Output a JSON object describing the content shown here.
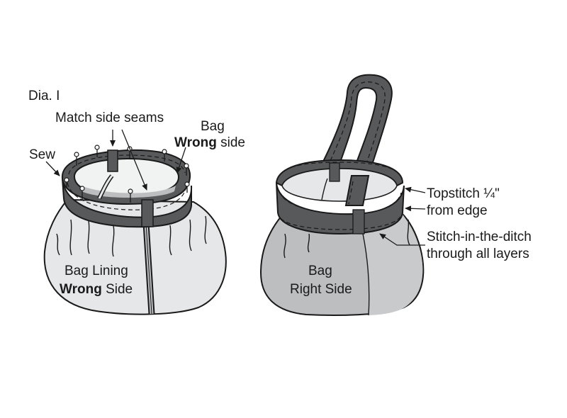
{
  "figure_label": "Dia. I",
  "left": {
    "match_seams": "Match side seams",
    "bag_wrong_line1": "Bag",
    "bag_wrong_bold": "Wrong",
    "bag_wrong_rest": " side",
    "sew": "Sew",
    "lining_line1": "Bag Lining",
    "lining_bold": "Wrong",
    "lining_rest": " Side"
  },
  "right": {
    "bag_line1": "Bag",
    "bag_line2": "Right Side",
    "topstitch_line1": "Topstitch ¼\"",
    "topstitch_line2": "from edge",
    "ditch_line1": "Stitch-in-the-ditch",
    "ditch_line2": "through all layers"
  },
  "colors": {
    "band_dark": "#58595b",
    "band_mid": "#7a7b7d",
    "fabric_light": "#e6e7e8",
    "fabric_mid": "#bcbec0",
    "interior": "#f1f2f2"
  }
}
